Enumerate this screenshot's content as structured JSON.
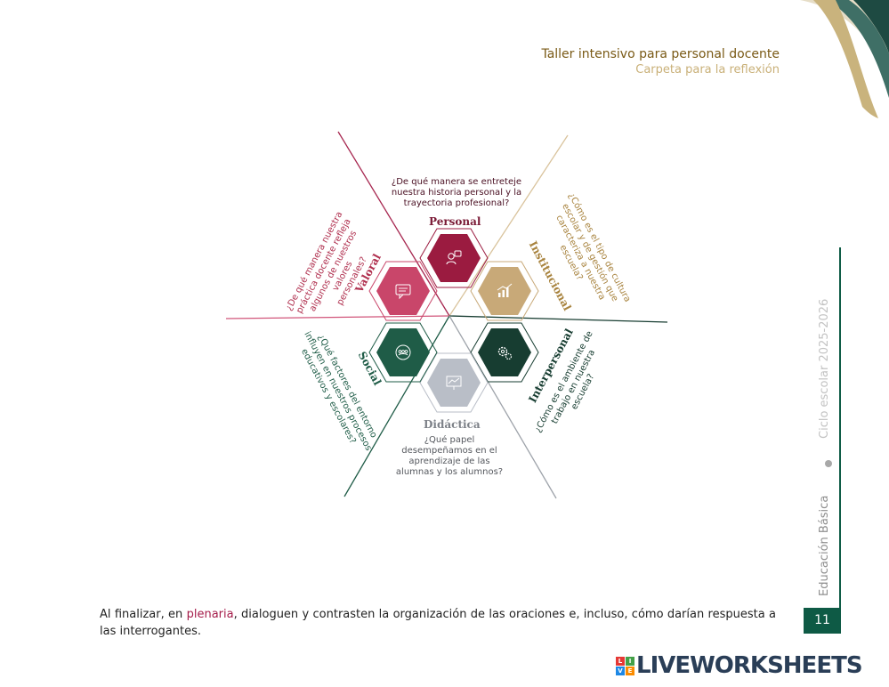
{
  "header": {
    "title": "Taller intensivo para personal docente",
    "subtitle": "Carpeta para la reflexión"
  },
  "diagram": {
    "dimensions": [
      {
        "label": "Personal",
        "question": "¿De qué manera se entreteje nuestra historia personal y la trayectoria profesional?",
        "color": "#9b1b40",
        "icon": "person-chat-icon"
      },
      {
        "label": "Institucional",
        "question": "¿Cómo es el tipo de cultura escolar y de gestión que caracteriza a nuestra escuela?",
        "color": "#c8a978",
        "icon": "growth-chart-icon"
      },
      {
        "label": "Interpersonal",
        "question": "¿Cómo es el ambiente de trabajo en nuestra escuela?",
        "color": "#173d31",
        "icon": "gears-icon"
      },
      {
        "label": "Didáctica",
        "question": "¿Qué papel desempeñamos en el aprendizaje de las alumnas y los alumnos?",
        "color": "#b9bec7",
        "icon": "presentation-board-icon"
      },
      {
        "label": "Social",
        "question": "¿Qué factores del entorno influyen en nuestros procesos educativos y escolares?",
        "color": "#1f5c47",
        "icon": "people-group-icon"
      },
      {
        "label": "Valoral",
        "question": "¿De qué manera nuestra práctica docente refleja algunos de nuestros valores personales?",
        "color": "#c9466a",
        "icon": "speech-bubble-icon"
      }
    ]
  },
  "question_lines": {
    "personal": [
      "¿De qué manera se entreteje",
      "nuestra historia personal y la",
      "trayectoria profesional?"
    ],
    "institucional": [
      "¿Cómo es el tipo de cultura",
      "escolar y de gestión que",
      "caracteriza a nuestra escuela?"
    ],
    "interpersonal": [
      "¿Cómo es el ambiente de",
      "trabajo en nuestra escuela?"
    ],
    "didactica": [
      "¿Qué papel",
      "desempeñamos en el",
      "aprendizaje de las",
      "alumnas y los alumnos?"
    ],
    "social": [
      "¿Qué factores del entorno",
      "influyen en nuestros procesos",
      "educativos y escolares?"
    ],
    "valoral": [
      "¿De qué manera nuestra",
      "práctica docente refleja",
      "algunos de nuestros valores",
      "personales?"
    ]
  },
  "sidebar": {
    "cycle": "Ciclo escolar 2025-2026",
    "level": "Educación Básica",
    "page_number": "11"
  },
  "instruction": {
    "before": "Al finalizar, en ",
    "highlight": "plenaria",
    "after": ", dialoguen y contrasten la organización de las oraciones e, incluso, cómo darían respuesta a las interrogantes."
  },
  "brand": {
    "name": "LIVEWORKSHEETS",
    "logo_letters": [
      "L",
      "I",
      "V",
      "E"
    ]
  }
}
